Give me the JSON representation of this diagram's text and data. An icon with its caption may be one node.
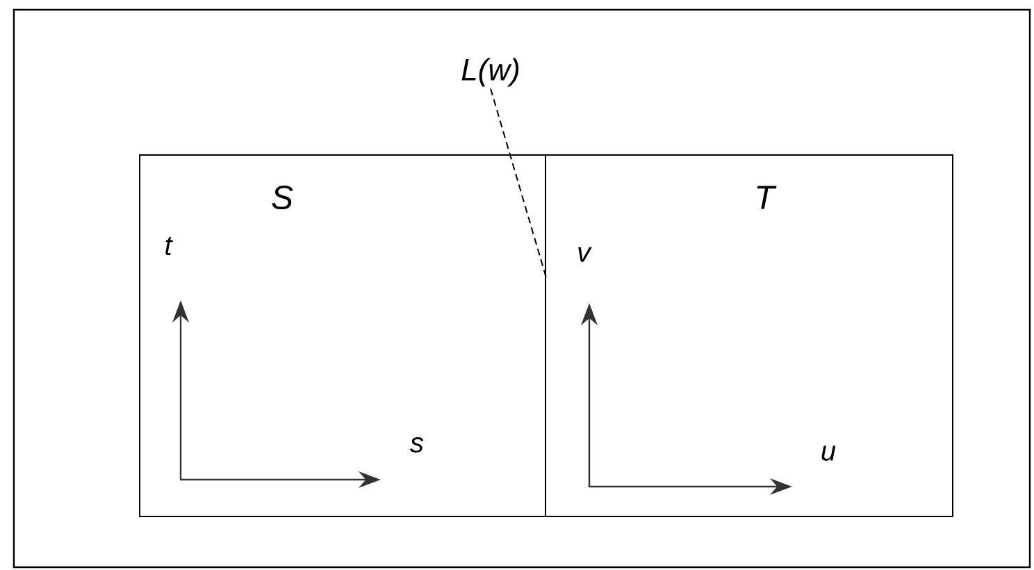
{
  "diagram": {
    "nodes": [
      {
        "text": [
          "S"
        ]
      },
      {
        "text": [
          "T"
        ]
      },
      {
        "text": [
          "L(w)"
        ]
      }
    ],
    "edges": [
      {
        "from": 2,
        "to": 0,
        "arrow": "none",
        "style": "dashed"
      }
    ],
    "labels": [
      "t",
      "s",
      "v",
      "u"
    ]
  }
}
